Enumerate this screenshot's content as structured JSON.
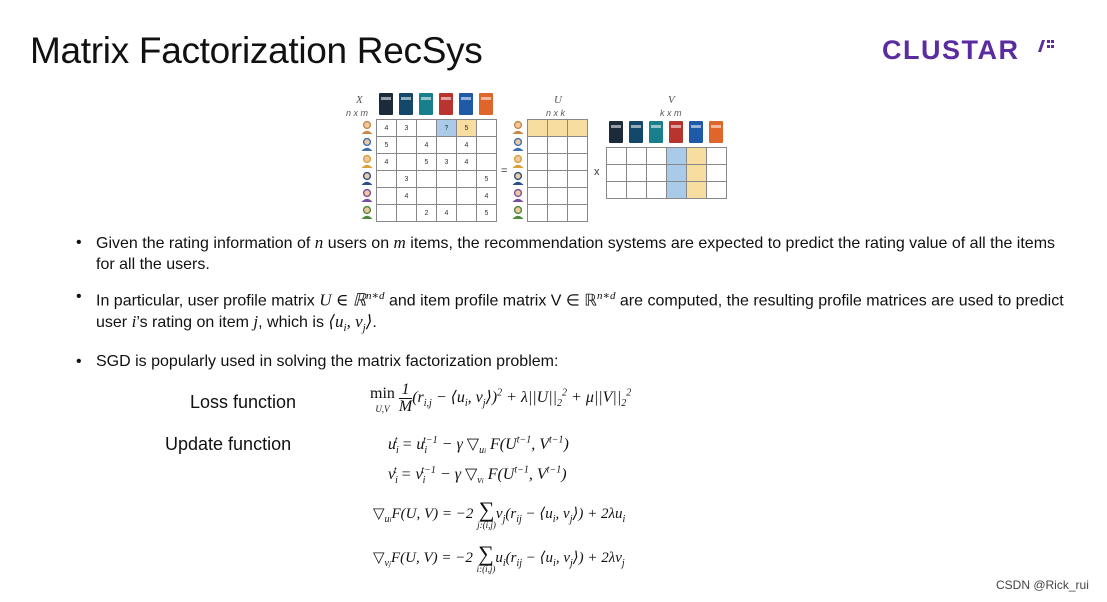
{
  "slide": {
    "title": "Matrix Factorization RecSys",
    "logo_text": "CLUSTAR",
    "watermark": "CSDN @Rick_rui"
  },
  "diagram": {
    "x_label": "X",
    "x_dim": "n x m",
    "u_label": "U",
    "u_dim": "n x k",
    "v_label": "V",
    "v_dim": "k x m",
    "equals": "=",
    "times": "x",
    "rating_matrix": [
      [
        "4",
        "3",
        "",
        "?",
        "5",
        ""
      ],
      [
        "5",
        "",
        "4",
        "",
        "4",
        ""
      ],
      [
        "4",
        "",
        "5",
        "3",
        "4",
        ""
      ],
      [
        "",
        "3",
        "",
        "",
        "",
        "5"
      ],
      [
        "",
        "4",
        "",
        "",
        "",
        "4"
      ],
      [
        "",
        "",
        "2",
        "4",
        "",
        "5"
      ]
    ],
    "highlight": {
      "row": 0,
      "col": 3,
      "row_color": "#f7dda0",
      "col_color": "#a9cbe9"
    },
    "book_colors": [
      "#1c2b3a",
      "#13486b",
      "#1a7f8c",
      "#b8342e",
      "#1e5aa8",
      "#e0652a"
    ],
    "avatar_colors": [
      "#c58a4a",
      "#3f6fb0",
      "#d9a13a",
      "#2a4f86",
      "#7a4fa0",
      "#4c8a3c"
    ]
  },
  "bullets": {
    "b1_a": "Given the rating information of ",
    "b1_n": "n",
    "b1_b": " users on ",
    "b1_m": "m",
    "b1_c": " items, the recommendation systems are expected to predict the rating value of all the items for all the users.",
    "b2_a": "In particular, user profile matrix ",
    "b2_u": "U ∈ ℝ",
    "b2_u_sup": "n∗d",
    "b2_b": " and item profile matrix V ∈ ℝ",
    "b2_v_sup": "n∗d",
    "b2_c": "  are computed, the resulting profile matrices are used to predict user ",
    "b2_i": "i",
    "b2_d": "’s rating on item ",
    "b2_j": "j",
    "b2_e": ", which is ",
    "b2_inner": "⟨u",
    "b2_inner_i": "i",
    "b2_inner_mid": ", v",
    "b2_inner_j": "j",
    "b2_inner_end": "⟩",
    "b2_f": ".",
    "b3": "SGD is popularly used in solving the matrix factorization problem:"
  },
  "formulas": {
    "loss_label": "Loss function",
    "update_label": "Update function",
    "min_op": "min",
    "min_sub": "U,V",
    "frac_num": "1",
    "frac_den": "M",
    "loss_rest": "(r",
    "loss_rest_sub": "i,j",
    "loss_rest_b": " − ⟨u",
    "loss_ui_sub": "i",
    "loss_rest_c": ", v",
    "loss_vj_sub": "j",
    "loss_rest_d": "⟩)",
    "loss_sq": "2",
    "loss_rest_e": " + λ||U||",
    "loss_u_sub": "2",
    "loss_u_sup": "2",
    "loss_rest_f": " + μ||V||",
    "loss_v_sub": "2",
    "loss_v_sup": "2",
    "upd_u": "u",
    "upd_u_sub": "i",
    "upd_u_sup": "t",
    "upd_u_eq": " = u",
    "upd_u_sub2": "i",
    "upd_u_sup2": "t−1",
    "upd_u_rest": " − γ ▽",
    "upd_u_grad_sub": "u",
    "upd_u_grad_subsub": "i",
    "upd_u_f": " F(U",
    "upd_u_f_sup": "t−1",
    "upd_u_f_b": ", V",
    "upd_u_f_sup2": "t−1",
    "upd_u_f_end": ")",
    "upd_v": "v",
    "upd_v_sub": "i",
    "upd_v_sup": "t",
    "upd_v_eq": " = v",
    "upd_v_sub2": "i",
    "upd_v_sup2": "t−1",
    "upd_v_rest": " − γ ▽",
    "upd_v_grad_sub": "v",
    "upd_v_grad_subsub": "i",
    "upd_v_f": " F(U",
    "upd_v_f_sup": "t−1",
    "upd_v_f_b": ", V",
    "upd_v_f_sup2": "t−1",
    "upd_v_f_end": ")",
    "g1_nabla": "▽",
    "g1_sub": "u",
    "g1_subsub": "i",
    "g1_a": "F(U, V) = −2",
    "g1_sum": "∑",
    "g1_sum_sub": "j:(i,j)",
    "g1_b": "v",
    "g1_b_sub": "j",
    "g1_c": "(r",
    "g1_c_sub": "ij",
    "g1_d": " − ⟨u",
    "g1_d_sub": "i",
    "g1_e": ", v",
    "g1_e_sub": "j",
    "g1_f": "⟩) + 2λu",
    "g1_f_sub": "i",
    "g2_nabla": "▽",
    "g2_sub": "v",
    "g2_subsub": "j",
    "g2_a": "F(U, V) = −2",
    "g2_sum": "∑",
    "g2_sum_sub": "i:(i,j)",
    "g2_b": "u",
    "g2_b_sub": "i",
    "g2_c": "(r",
    "g2_c_sub": "ij",
    "g2_d": " − ⟨u",
    "g2_d_sub": "i",
    "g2_e": ", v",
    "g2_e_sub": "j",
    "g2_f": "⟩) + 2λv",
    "g2_f_sub": "j"
  }
}
